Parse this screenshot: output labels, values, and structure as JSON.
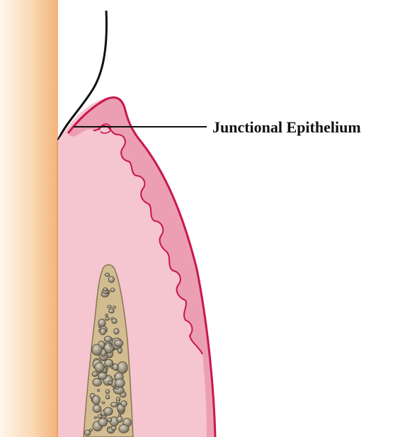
{
  "diagram": {
    "label": "Junctional Epithelium"
  },
  "colors": {
    "tooth_root_light": "#fde9d3",
    "tooth_root_dark": "#f2b77c",
    "gingiva_fill": "#f5c7d2",
    "epithelium_fill": "#ec9db2",
    "gingiva_outline": "#c8174e",
    "bone_fill": "#cfb98f",
    "bone_outline": "#7a6a4a",
    "enamel_outline": "#111111"
  },
  "icons": {
    "tooth": "tooth-root-shape",
    "gingiva": "gum-tissue-shape",
    "bone": "alveolar-bone-shape"
  }
}
